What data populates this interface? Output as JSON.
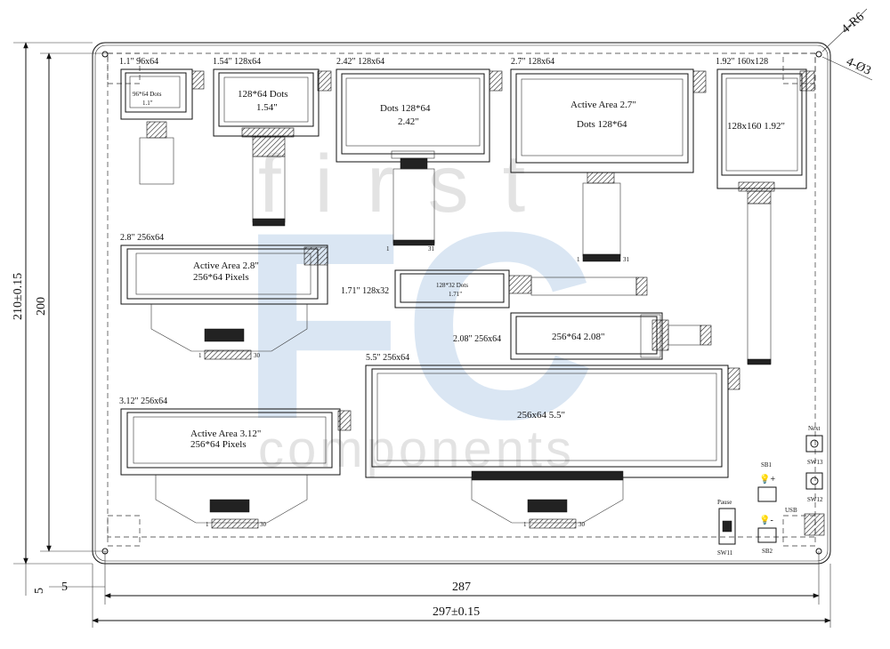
{
  "watermark": {
    "top": "first",
    "mid": "FC",
    "bottom": "components"
  },
  "dimensions": {
    "board_height": "210±0.15",
    "inner_height": "200",
    "edge_left": "5",
    "edge_bottom": "5",
    "inner_width": "287",
    "board_width": "297±0.15",
    "corner_radius": "4-R6",
    "hole_dia": "4-Ø3"
  },
  "modules": [
    {
      "id": "m110",
      "title": "1.1\" 96x64",
      "line1": "96*64 Dots",
      "line2": "1.1\""
    },
    {
      "id": "m154",
      "title": "1.54\" 128x64",
      "line1": "128*64 Dots",
      "line2": "1.54\""
    },
    {
      "id": "m242",
      "title": "2.42\" 128x64",
      "line1": "Dots 128*64",
      "line2": "2.42\"",
      "pin_first": "1",
      "pin_last": "31"
    },
    {
      "id": "m270",
      "title": "2.7\" 128x64",
      "line1": "Active Area 2.7\"",
      "line2": "Dots 128*64",
      "pin_first": "1",
      "pin_last": "31"
    },
    {
      "id": "m192",
      "title": "1.92\" 160x128",
      "line1": "128x160  1.92\""
    },
    {
      "id": "m280",
      "title": "2.8\" 256x64",
      "line1": "Active Area 2.8\"",
      "line2": "256*64 Pixels",
      "pin_first": "1",
      "pin_last": "30"
    },
    {
      "id": "m171",
      "title": "1.71\" 128x32",
      "line1": "128*32 Dots",
      "line2": "1.71\""
    },
    {
      "id": "m208",
      "title": "2.08\" 256x64",
      "line1": "256*64  2.08\""
    },
    {
      "id": "m550",
      "title": "5.5\" 256x64",
      "line1": "256x64 5.5\"",
      "pin_first": "1",
      "pin_last": "30"
    },
    {
      "id": "m312",
      "title": "3.12\" 256x64",
      "line1": "Active Area 3.12\"",
      "line2": "256*64 Pixels",
      "pin_first": "1",
      "pin_last": "30"
    }
  ],
  "controls": {
    "next_label": "Next",
    "sw13": "SW13",
    "sw12": "SW12",
    "sb1": "SB1",
    "sb2": "SB2",
    "usb": "USB",
    "pause_label": "Pause",
    "sw11": "SW11"
  }
}
